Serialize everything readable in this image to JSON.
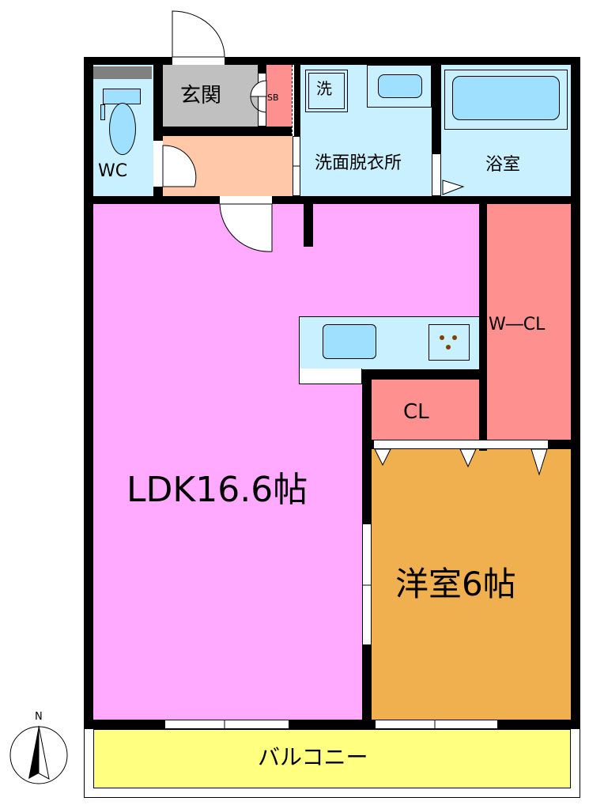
{
  "rooms": {
    "genkan": "玄関",
    "sb": "SB",
    "wash": "洗",
    "senmen": "洗面脱衣所",
    "yokushitsu": "浴室",
    "wc": "WC",
    "wcl": "W―CL",
    "cl": "CL",
    "ldk": "LDK16.6帖",
    "yoshitsu": "洋室6帖",
    "balcony": "バルコニー"
  },
  "compass": {
    "label": "N"
  },
  "colors": {
    "ldk": "#ffaaff",
    "yoshitsu": "#f0b050",
    "closet": "#ff9090",
    "wet": "#c8f0ff",
    "genkan": "#c0c0c0",
    "hall": "#ffc8a8",
    "balcony": "#ffff80",
    "fixture": "#a0e0ff"
  }
}
